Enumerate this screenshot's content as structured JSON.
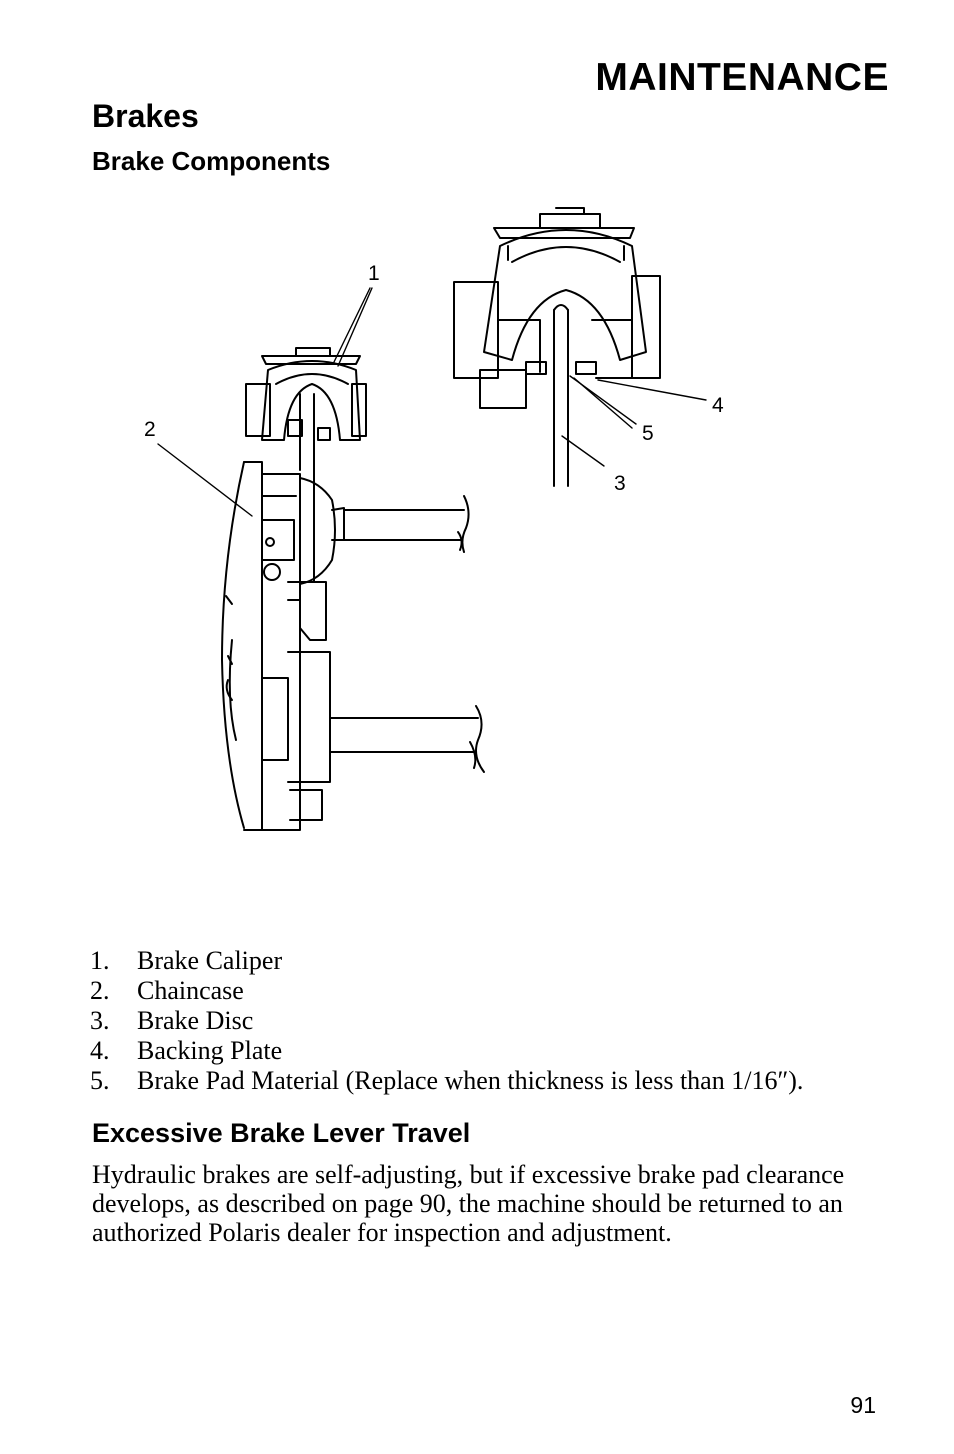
{
  "header": {
    "section": "MAINTENANCE"
  },
  "headings": {
    "brakes": "Brakes",
    "brake_components": "Brake Components",
    "excessive_travel": "Excessive Brake Lever Travel"
  },
  "figure": {
    "callouts": [
      "1",
      "2",
      "3",
      "4",
      "5"
    ]
  },
  "parts_list": [
    {
      "num": "1.",
      "label": "Brake Caliper"
    },
    {
      "num": "2.",
      "label": "Chaincase"
    },
    {
      "num": "3.",
      "label": "Brake Disc"
    },
    {
      "num": "4.",
      "label": "Backing Plate"
    },
    {
      "num": "5.",
      "label": "Brake Pad Material (Replace when thickness is less than 1/16″)."
    }
  ],
  "body": {
    "paragraph": "Hydraulic brakes are self-adjusting, but if excessive brake pad clearance develops, as described on page 90, the machine should be returned to an authorized Polaris dealer for inspection and adjustment."
  },
  "footer": {
    "page_number": "91"
  }
}
